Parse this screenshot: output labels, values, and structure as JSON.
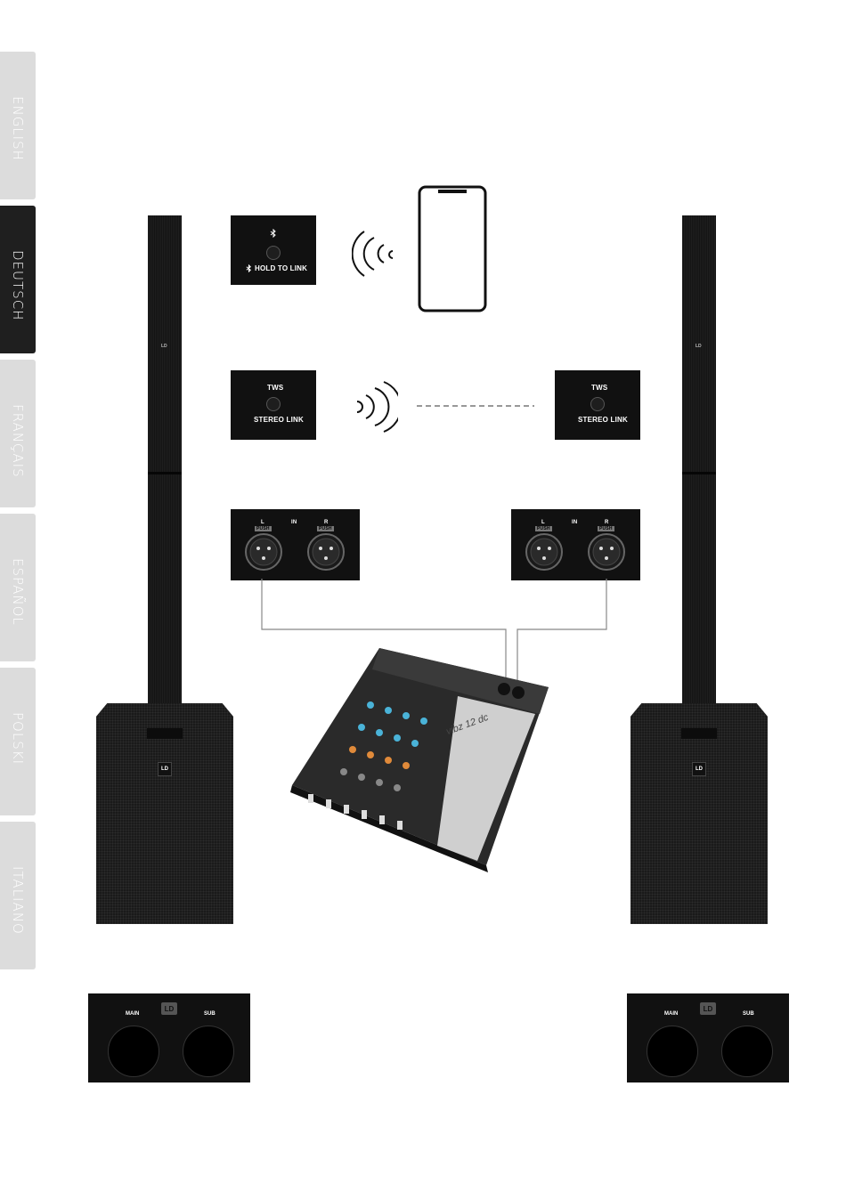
{
  "language_tabs": [
    {
      "label": "ENGLISH",
      "active": false
    },
    {
      "label": "DEUTSCH",
      "active": true
    },
    {
      "label": "FRANÇAIS",
      "active": false
    },
    {
      "label": "ESPAÑOL",
      "active": false
    },
    {
      "label": "POLSKI",
      "active": false
    },
    {
      "label": "ITALIANO",
      "active": false
    }
  ],
  "speaker": {
    "logo": "LD"
  },
  "bluetooth_panel": {
    "label": "HOLD TO LINK"
  },
  "tws_panels": [
    {
      "top_label": "TWS",
      "bottom_label": "STEREO LINK"
    },
    {
      "top_label": "TWS",
      "bottom_label": "STEREO LINK"
    }
  ],
  "input_panels": [
    {
      "left_label": "L",
      "center_label": "IN",
      "right_label": "R",
      "push_label": "PUSH"
    },
    {
      "left_label": "L",
      "center_label": "IN",
      "right_label": "R",
      "push_label": "PUSH"
    }
  ],
  "mixer": {
    "model_label": "vibz 12 dc"
  },
  "knob_panels": [
    {
      "logo": "LD",
      "main_label": "MAIN",
      "sub_label": "SUB"
    },
    {
      "logo": "LD",
      "main_label": "MAIN",
      "sub_label": "SUB"
    }
  ],
  "colors": {
    "panel": "#111111",
    "tab_inactive": "#dcdcdc",
    "tab_active": "#1f1f1f",
    "cable": "#888888"
  }
}
